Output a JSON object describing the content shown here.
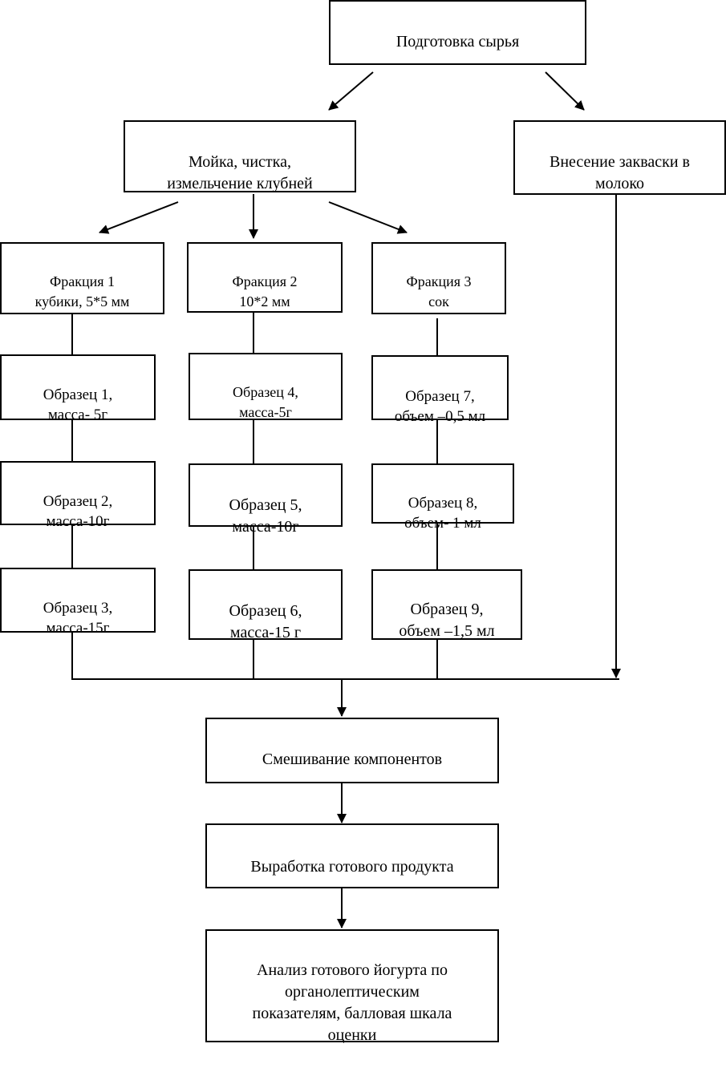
{
  "nodes": {
    "prep": "Подготовка сырья",
    "wash": "Мойка, чистка,\nизмельчение  клубней",
    "starter": "Внесение закваски в\nмолоко",
    "frac1": "Фракция 1\nкубики, 5*5  мм",
    "frac2": "Фракция 2\n10*2 мм",
    "frac3": "Фракция 3\nсок",
    "s1": "Образец 1,\nмасса- 5г",
    "s2": "Образец 2,\nмасса-10г",
    "s3": "Образец 3,\nмасса-15г",
    "s4": "Образец 4,\nмасса-5г",
    "s5": "Образец 5,\nмасса-10г",
    "s6": "Образец 6,\nмасса-15 г",
    "s7": "Образец 7,\nобъем –0,5 мл",
    "s8": "Образец 8,\nобъем- 1 мл",
    "s9": "Образец 9,\nобъем –1,5 мл",
    "mix": "Смешивание компонентов",
    "produce": "Выработка готового продукта",
    "analysis": "Анализ готового йогурта по\nорганолептическим\nпоказателям,  балловая шкала\nоценки"
  }
}
